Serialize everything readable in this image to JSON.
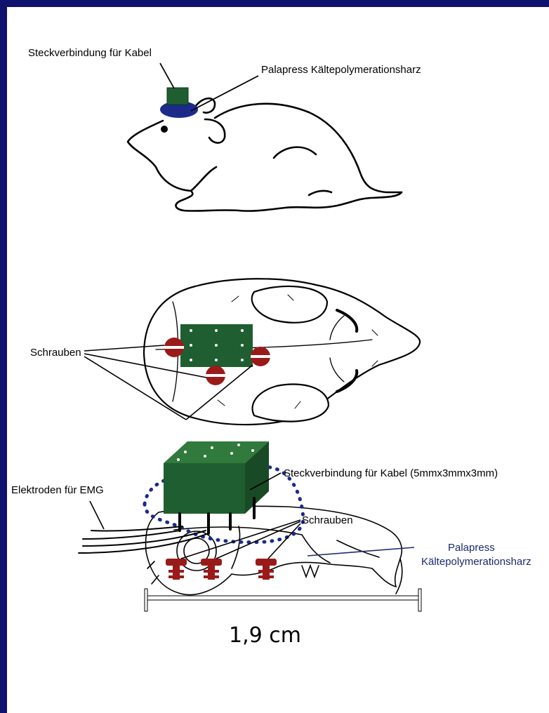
{
  "diagram": {
    "top": {
      "connector_label": "Steckverbindung für Kabel",
      "resin_label": "Palapress Kältepolymerationsharz"
    },
    "middle": {
      "screws_label": "Schrauben"
    },
    "bottom": {
      "connector_label": "Steckverbindung für Kabel (5mmx3mmx3mm)",
      "electrodes_label": "Elektroden für EMG",
      "screws_label": "Schrauben",
      "resin_label_line1": "Palapress",
      "resin_label_line2": "Kältepolymerationsharz"
    },
    "scale_bar": {
      "label": "1,9 cm"
    }
  },
  "colors": {
    "background_frame": "#11116e",
    "connector_green": "#1f5e30",
    "resin_blue": "#1c2a8a",
    "screw_red": "#9a1a1a"
  }
}
